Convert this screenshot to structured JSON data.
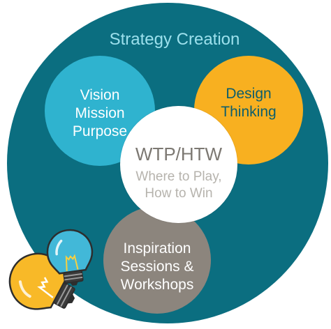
{
  "diagram": {
    "title": "Strategy Creation",
    "vision_circle": {
      "lines": [
        "Vision",
        "Mission",
        "Purpose"
      ]
    },
    "design_circle": {
      "lines": [
        "Design",
        "Thinking"
      ]
    },
    "center_circle": {
      "heading": "WTP/HTW",
      "subtitle_lines": [
        "Where to Play,",
        "How to Win"
      ]
    },
    "inspiration_circle": {
      "lines": [
        "Inspiration",
        "Sessions &",
        "Workshops"
      ]
    }
  },
  "colors": {
    "outer_circle": "#0b6e80",
    "vision_circle": "#2fb3cf",
    "design_circle": "#f8b020",
    "inspiration_circle": "#8c857d",
    "title_text": "#9ce0ec",
    "bulb_blue": "#42b8d8",
    "bulb_yellow": "#f8b928"
  },
  "icons": [
    "lightbulb-blue-icon",
    "lightbulb-yellow-icon"
  ]
}
